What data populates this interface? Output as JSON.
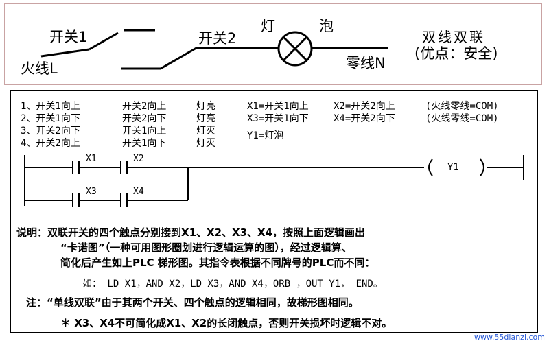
{
  "wiring": {
    "switch1": "开关1",
    "switch2": "开关2",
    "live": "火线L",
    "neutral": "零线N",
    "lamp_char1": "灯",
    "lamp_char2": "泡",
    "title1": "双线双联",
    "title2": "(优点：安全)"
  },
  "truth_table": [
    {
      "a": "1、开关1向上",
      "b": "开关2向上",
      "c": "灯亮"
    },
    {
      "a": "2、开关1向下",
      "b": "开关2向下",
      "c": "灯亮"
    },
    {
      "a": "3、开关2向下",
      "b": "开关1向上",
      "c": "灯灭"
    },
    {
      "a": "4、开关2向上",
      "b": "开关1向下",
      "c": "灯灭"
    }
  ],
  "assign": {
    "row1a": "X1=开关1向上",
    "row1b": "X2=开关2向上",
    "row1c": "(火线零线=COM)",
    "row2a": "X3=开关1向下",
    "row2b": "X4=开关2向下",
    "row2c": "(火线零线=COM)",
    "row3": "Y1=灯泡"
  },
  "ladder": {
    "x1": "X1",
    "x2": "X2",
    "x3": "X3",
    "x4": "X4",
    "coil": "Y1"
  },
  "notes": {
    "line1": "说明：双联开关的四个触点分别接到X1、X2、X3、X4，按照上面逻辑画出",
    "line2": "“卡诺图”（一种可用图形圈划进行逻辑运算的图），经过逻辑算、",
    "line3": "简化后产生如上PLC 梯形图。其指令表根据不同牌号的PLC而不同：",
    "line4": "如： LD X1，AND X2，LD X3，AND X4，ORB ，OUT Y1， END。",
    "line5": "注：“单线双联”由于其两个开关、四个触点的逻辑相同，故梯形图相同。",
    "line6": "＊ X3、X4不可简化成X1、X2的长闭触点，否则开关损坏时逻辑不对。"
  },
  "watermark": "www.55dianzi.com"
}
